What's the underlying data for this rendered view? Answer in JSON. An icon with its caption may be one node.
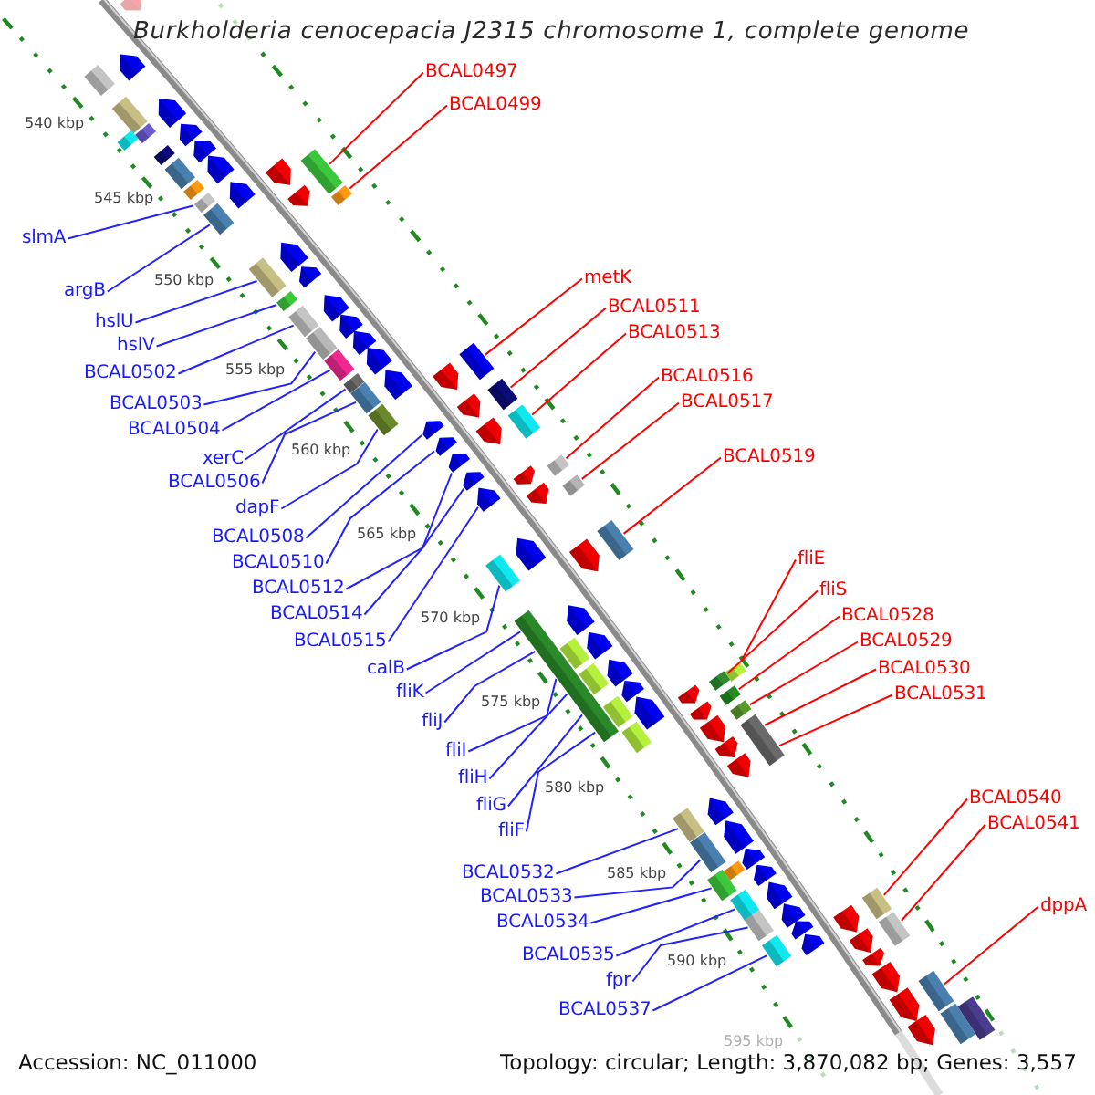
{
  "diagram": {
    "title": "Burkholderia cenocepacia J2315 chromosome 1, complete genome",
    "nodes": [
      {
        "text": [
          "slmA"
        ]
      },
      {
        "text": [
          "argB"
        ]
      },
      {
        "text": [
          "hslU"
        ]
      },
      {
        "text": [
          "hslV"
        ]
      },
      {
        "text": [
          "BCAL0502"
        ]
      },
      {
        "text": [
          "BCAL0503"
        ]
      },
      {
        "text": [
          "BCAL0504"
        ]
      },
      {
        "text": [
          "xerC"
        ]
      },
      {
        "text": [
          "BCAL0506"
        ]
      },
      {
        "text": [
          "dapF"
        ]
      },
      {
        "text": [
          "BCAL0508"
        ]
      },
      {
        "text": [
          "BCAL0510"
        ]
      },
      {
        "text": [
          "BCAL0512"
        ]
      },
      {
        "text": [
          "BCAL0514"
        ]
      },
      {
        "text": [
          "BCAL0515"
        ]
      },
      {
        "text": [
          "calB"
        ]
      },
      {
        "text": [
          "fliK"
        ]
      },
      {
        "text": [
          "fliJ"
        ]
      },
      {
        "text": [
          "fliI"
        ]
      },
      {
        "text": [
          "fliH"
        ]
      },
      {
        "text": [
          "fliG"
        ]
      },
      {
        "text": [
          "fliF"
        ]
      },
      {
        "text": [
          "BCAL0532"
        ]
      },
      {
        "text": [
          "BCAL0533"
        ]
      },
      {
        "text": [
          "BCAL0534"
        ]
      },
      {
        "text": [
          "BCAL0535"
        ]
      },
      {
        "text": [
          "fpr"
        ]
      },
      {
        "text": [
          "BCAL0537"
        ]
      },
      {
        "text": [
          "BCAL0497"
        ]
      },
      {
        "text": [
          "BCAL0499"
        ]
      },
      {
        "text": [
          "metK"
        ]
      },
      {
        "text": [
          "BCAL0511"
        ]
      },
      {
        "text": [
          "BCAL0513"
        ]
      },
      {
        "text": [
          "BCAL0516"
        ]
      },
      {
        "text": [
          "BCAL0517"
        ]
      },
      {
        "text": [
          "BCAL0519"
        ]
      },
      {
        "text": [
          "fliE"
        ]
      },
      {
        "text": [
          "fliS"
        ]
      },
      {
        "text": [
          "BCAL0528"
        ]
      },
      {
        "text": [
          "BCAL0529"
        ]
      },
      {
        "text": [
          "BCAL0530"
        ]
      },
      {
        "text": [
          "BCAL0531"
        ]
      },
      {
        "text": [
          "BCAL0540"
        ]
      },
      {
        "text": [
          "BCAL0541"
        ]
      },
      {
        "text": [
          "dppA"
        ]
      },
      {
        "text": [],
        "shape": "pentagon"
      },
      {
        "text": [],
        "shape": "pentagon"
      },
      {
        "text": [],
        "shape": "box"
      },
      {
        "text": [],
        "shape": "pentagon"
      },
      {
        "text": [],
        "shape": "box"
      },
      {
        "text": [],
        "shape": "pentagon"
      },
      {
        "text": [],
        "shape": "box"
      },
      {
        "text": [],
        "shape": "box"
      },
      {
        "text": [],
        "shape": "pentagon"
      },
      {
        "text": [],
        "shape": "box"
      },
      {
        "text": [],
        "shape": "pentagon"
      },
      {
        "text": [],
        "shape": "box"
      },
      {
        "text": [],
        "shape": "box"
      },
      {
        "text": [],
        "shape": "pentagon"
      },
      {
        "text": [],
        "shape": "box"
      },
      {
        "text": [],
        "shape": "pentagon"
      },
      {
        "text": [],
        "shape": "box"
      },
      {
        "text": [],
        "shape": "pentagon"
      },
      {
        "text": [],
        "shape": "box"
      },
      {
        "text": [],
        "shape": "box"
      },
      {
        "text": [],
        "shape": "pentagon"
      },
      {
        "text": [],
        "shape": "pentagon"
      },
      {
        "text": [],
        "shape": "box"
      },
      {
        "text": [],
        "shape": "box"
      },
      {
        "text": [],
        "shape": "pentagon"
      },
      {
        "text": [],
        "shape": "box"
      },
      {
        "text": [],
        "shape": "pentagon"
      },
      {
        "text": [],
        "shape": "pentagon"
      },
      {
        "text": [],
        "shape": "box"
      },
      {
        "text": [],
        "shape": "pentagon"
      },
      {
        "text": [],
        "shape": "box"
      },
      {
        "text": [],
        "shape": "box"
      },
      {
        "text": [],
        "shape": "pentagon"
      },
      {
        "text": [],
        "shape": "pentagon"
      },
      {
        "text": [],
        "shape": "box"
      },
      {
        "text": [],
        "shape": "box"
      },
      {
        "text": [],
        "shape": "box"
      },
      {
        "text": [],
        "shape": "pentagon"
      },
      {
        "text": [],
        "shape": "box"
      },
      {
        "text": [],
        "shape": "box"
      },
      {
        "text": [],
        "shape": "pentagon"
      },
      {
        "text": [],
        "shape": "pentagon"
      },
      {
        "text": [],
        "shape": "pentagon"
      },
      {
        "text": [],
        "shape": "pentagon"
      },
      {
        "text": [],
        "shape": "box"
      },
      {
        "text": [],
        "shape": "pentagon"
      },
      {
        "text": [],
        "shape": "pentagon"
      },
      {
        "text": [],
        "shape": "box"
      },
      {
        "text": [],
        "shape": "pentagon"
      },
      {
        "text": [],
        "shape": "pentagon"
      },
      {
        "text": [],
        "shape": "box"
      },
      {
        "text": [],
        "shape": "pentagon"
      },
      {
        "text": [],
        "shape": "pentagon"
      },
      {
        "text": [],
        "shape": "box"
      },
      {
        "text": [],
        "shape": "pentagon"
      },
      {
        "text": [],
        "shape": "box"
      },
      {
        "text": [],
        "shape": "pentagon"
      },
      {
        "text": [],
        "shape": "box"
      },
      {
        "text": [],
        "shape": "box"
      },
      {
        "text": [],
        "shape": "box"
      },
      {
        "text": [],
        "shape": "pentagon"
      },
      {
        "text": [],
        "shape": "box"
      },
      {
        "text": [],
        "shape": "box"
      },
      {
        "text": [],
        "shape": "box"
      },
      {
        "text": [],
        "shape": "box"
      },
      {
        "text": [],
        "shape": "pentagon"
      },
      {
        "text": [],
        "shape": "box"
      },
      {
        "text": [],
        "shape": "pentagon"
      },
      {
        "text": [],
        "shape": "box"
      },
      {
        "text": [],
        "shape": "pentagon"
      },
      {
        "text": [],
        "shape": "box"
      },
      {
        "text": [],
        "shape": "box"
      },
      {
        "text": [],
        "shape": "pentagon"
      },
      {
        "text": [],
        "shape": "box"
      },
      {
        "text": [],
        "shape": "box"
      },
      {
        "text": [],
        "shape": "pentagon"
      },
      {
        "text": [],
        "shape": "box"
      },
      {
        "text": [],
        "shape": "pentagon"
      },
      {
        "text": [],
        "shape": "box"
      },
      {
        "text": [],
        "shape": "pentagon"
      },
      {
        "text": [],
        "shape": "pentagon"
      },
      {
        "text": [],
        "shape": "box"
      },
      {
        "text": [],
        "shape": "pentagon"
      },
      {
        "text": [],
        "shape": "box"
      },
      {
        "text": [],
        "shape": "pentagon"
      },
      {
        "text": [],
        "shape": "box"
      },
      {
        "text": [],
        "shape": "pentagon"
      },
      {
        "text": [],
        "shape": "box"
      },
      {
        "text": [],
        "shape": "pentagon"
      },
      {
        "text": [],
        "shape": "box"
      },
      {
        "text": [],
        "shape": "box"
      },
      {
        "text": [],
        "shape": "pentagon"
      },
      {
        "text": [],
        "shape": "pentagon"
      },
      {
        "text": [],
        "shape": "box"
      },
      {
        "text": [],
        "shape": "pentagon"
      },
      {
        "text": [],
        "shape": "box"
      },
      {
        "text": [],
        "shape": "pentagon"
      },
      {
        "text": [],
        "shape": "pentagon"
      },
      {
        "text": [],
        "shape": "box"
      },
      {
        "text": [],
        "shape": "pentagon"
      },
      {
        "text": [],
        "shape": "pentagon"
      },
      {
        "text": [],
        "shape": "box"
      },
      {
        "text": [],
        "shape": "pentagon"
      },
      {
        "text": [],
        "shape": "box"
      },
      {
        "text": [],
        "shape": "box"
      },
      {
        "text": [],
        "shape": "pentagon"
      }
    ],
    "edges": [
      {
        "from": 0,
        "to": 63,
        "arrow": "none"
      },
      {
        "from": 1,
        "to": 64,
        "arrow": "none"
      },
      {
        "from": 2,
        "to": 67,
        "arrow": "none"
      },
      {
        "from": 3,
        "to": 68,
        "arrow": "none"
      },
      {
        "from": 4,
        "to": 70,
        "arrow": "none"
      },
      {
        "from": 5,
        "to": 73,
        "arrow": "none"
      },
      {
        "from": 6,
        "to": 76,
        "arrow": "none"
      },
      {
        "from": 7,
        "to": 79,
        "arrow": "none"
      },
      {
        "from": 8,
        "to": 81,
        "arrow": "none"
      },
      {
        "from": 9,
        "to": 83,
        "arrow": "none"
      },
      {
        "from": 10,
        "to": 85,
        "arrow": "none"
      },
      {
        "from": 11,
        "to": 87,
        "arrow": "none"
      },
      {
        "from": 12,
        "to": 88,
        "arrow": "none"
      },
      {
        "from": 13,
        "to": 90,
        "arrow": "none"
      },
      {
        "from": 14,
        "to": 93,
        "arrow": "none"
      },
      {
        "from": 15,
        "to": 98,
        "arrow": "none"
      },
      {
        "from": 16,
        "to": 100,
        "arrow": "none"
      },
      {
        "from": 17,
        "to": 102,
        "arrow": "none"
      },
      {
        "from": 18,
        "to": 104,
        "arrow": "none"
      },
      {
        "from": 19,
        "to": 109,
        "arrow": "none"
      },
      {
        "from": 20,
        "to": 113,
        "arrow": "none"
      },
      {
        "from": 21,
        "to": 118,
        "arrow": "none"
      },
      {
        "from": 22,
        "to": 126,
        "arrow": "none"
      },
      {
        "from": 23,
        "to": 128,
        "arrow": "none"
      },
      {
        "from": 24,
        "to": 132,
        "arrow": "none"
      },
      {
        "from": 25,
        "to": 135,
        "arrow": "none"
      },
      {
        "from": 26,
        "to": 138,
        "arrow": "none"
      },
      {
        "from": 27,
        "to": 143,
        "arrow": "none"
      },
      {
        "from": 28,
        "to": 56,
        "arrow": "none",
        "color": "#ff0000"
      },
      {
        "from": 29,
        "to": 61,
        "arrow": "none",
        "color": "#ff0000"
      },
      {
        "from": 30,
        "to": 75,
        "arrow": "none",
        "color": "#ff0000"
      },
      {
        "from": 31,
        "to": 80,
        "arrow": "none",
        "color": "#ff0000"
      },
      {
        "from": 32,
        "to": 84,
        "arrow": "none",
        "color": "#ff0000"
      },
      {
        "from": 33,
        "to": 89,
        "arrow": "none",
        "color": "#ff0000"
      },
      {
        "from": 34,
        "to": 92,
        "arrow": "none",
        "color": "#ff0000"
      },
      {
        "from": 35,
        "to": 95,
        "arrow": "none",
        "color": "#ff0000"
      },
      {
        "from": 36,
        "to": 106,
        "arrow": "none",
        "color": "#ff0000"
      },
      {
        "from": 37,
        "to": 108,
        "arrow": "none",
        "color": "#ff0000"
      },
      {
        "from": 38,
        "to": 111,
        "arrow": "none",
        "color": "#ff0000"
      },
      {
        "from": 39,
        "to": 115,
        "arrow": "none",
        "color": "#ff0000"
      },
      {
        "from": 40,
        "to": 119,
        "arrow": "none",
        "color": "#ff0000"
      },
      {
        "from": 41,
        "to": 123,
        "arrow": "none",
        "color": "#ff0000"
      },
      {
        "from": 42,
        "to": 134,
        "arrow": "none",
        "color": "#ff0000"
      },
      {
        "from": 43,
        "to": 140,
        "arrow": "none",
        "color": "#ff0000"
      },
      {
        "from": 44,
        "to": 146,
        "arrow": "none",
        "color": "#ff0000"
      }
    ],
    "labels": [
      "540 kbp",
      "545 kbp",
      "550 kbp",
      "555 kbp",
      "560 kbp",
      "565 kbp",
      "570 kbp",
      "575 kbp",
      "580 kbp",
      "585 kbp",
      "590 kbp",
      "595 kbp",
      "Accession: NC_011000",
      "Topology: circular; Length: 3,870,082 bp; Genes: 3,557"
    ]
  }
}
